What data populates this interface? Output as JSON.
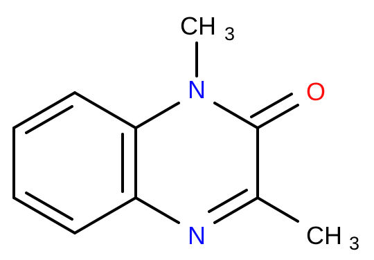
{
  "molecule": {
    "atoms": [
      {
        "id": "n1",
        "symbol": "N",
        "color": "#0b0bff"
      },
      {
        "id": "n4",
        "symbol": "N",
        "color": "#0b0bff"
      },
      {
        "id": "o",
        "symbol": "O",
        "color": "#ff0d0d"
      },
      {
        "id": "me_n1",
        "symbol": "CH",
        "subscript": "3",
        "color": "#000000"
      },
      {
        "id": "me_c3",
        "symbol": "CH",
        "subscript": "3",
        "color": "#000000"
      }
    ],
    "colors": {
      "bond": "#000000",
      "nitrogen": "#0b0bff",
      "oxygen": "#ff0d0d",
      "carbon": "#000000",
      "background": "#ffffff"
    }
  }
}
